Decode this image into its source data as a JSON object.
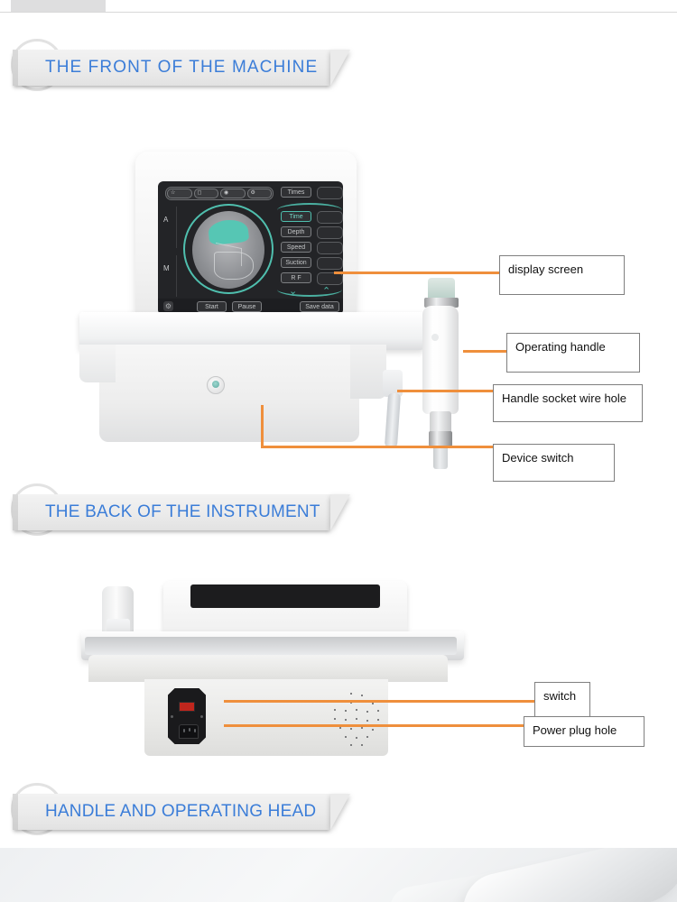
{
  "sections": [
    {
      "id": "front",
      "title": "THE  FRONT  OF  THE  MACHINE"
    },
    {
      "id": "back",
      "title": "THE BACK OF THE INSTRUMENT"
    },
    {
      "id": "handle",
      "title": "HANDLE AND OPERATING HEAD"
    }
  ],
  "callouts": {
    "display_screen": "display screen",
    "operating_handle": "Operating handle",
    "handle_socket_wire_hole": "Handle socket wire hole",
    "device_switch": "Device switch",
    "switch": "switch",
    "power_plug_hole": "Power plug hole"
  },
  "device_screen": {
    "toolbar_icons": [
      "star-icon",
      "camera-icon",
      "clock-icon",
      "settings-icon"
    ],
    "mode_labels": [
      "A",
      "M"
    ],
    "counter_label": "Times",
    "parameters": [
      {
        "label": "Time",
        "active": true
      },
      {
        "label": "Depth",
        "active": false
      },
      {
        "label": "Speed",
        "active": false
      },
      {
        "label": "Suction",
        "active": false
      },
      {
        "label": "R F",
        "active": false
      }
    ],
    "stepper_down": "chevron-down-icon",
    "stepper_up": "chevron-up-icon",
    "bottom_buttons": [
      "Start",
      "Pause",
      "Save data"
    ],
    "gear_icon": "gear-icon"
  },
  "colors": {
    "accent_orange": "#ef8f3c",
    "banner_text_blue": "#3b7dd8",
    "screen_teal": "#4fbfae",
    "screen_bg": "#232427",
    "switch_red": "#c0261d"
  }
}
